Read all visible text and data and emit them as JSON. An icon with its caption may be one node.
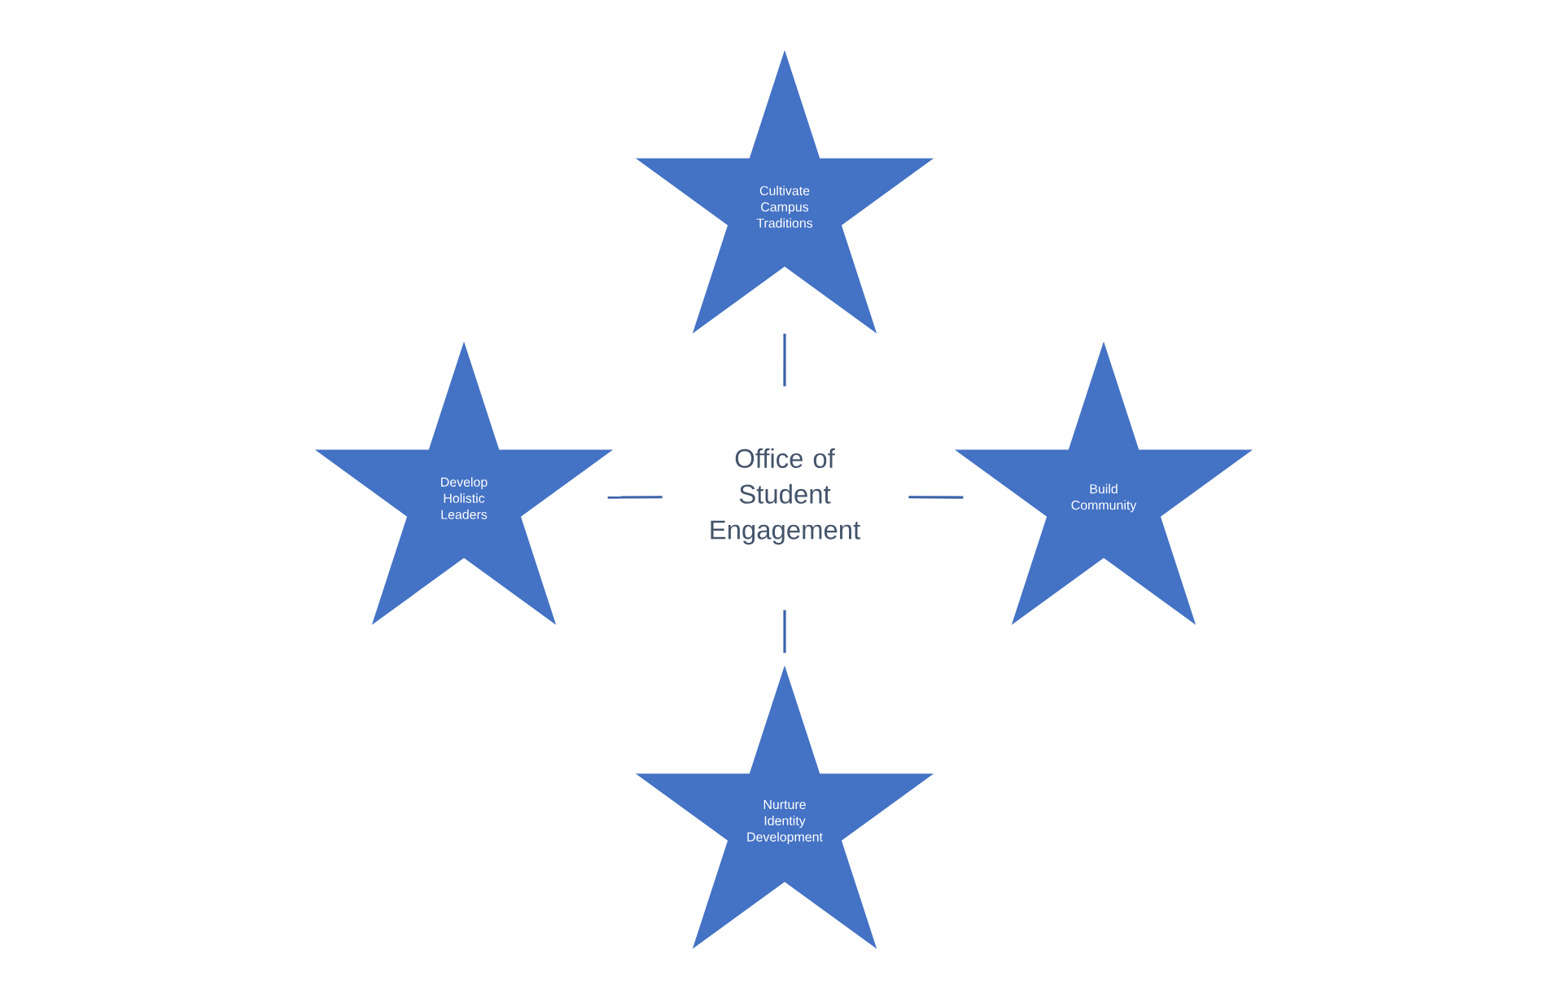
{
  "diagram": {
    "nodes": [
      {
        "text": [
          "Cultivate Campus Traditions"
        ]
      },
      {
        "text": [
          "Develop Holistic Leaders"
        ]
      },
      {
        "text": [
          "Office of Student Engagement"
        ]
      },
      {
        "text": [
          "Build Community"
        ]
      },
      {
        "text": [
          "Nurture Identity Development"
        ]
      }
    ],
    "edges": [
      {
        "from": 2,
        "to": 0,
        "arrow": "none"
      },
      {
        "from": 2,
        "to": 1,
        "arrow": "none"
      },
      {
        "from": 2,
        "to": 3,
        "arrow": "none"
      },
      {
        "from": 2,
        "to": 4,
        "arrow": "none"
      }
    ]
  }
}
